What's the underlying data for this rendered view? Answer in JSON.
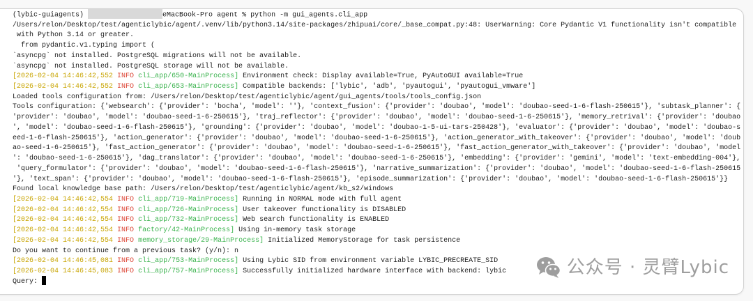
{
  "terminal": {
    "prompt": {
      "env": "(lybic-guiagents)",
      "command": "eMacBook-Pro agent % python -m gui_agents.cli_app"
    },
    "lines": [
      {
        "text": "/Users/relon/Desktop/test/agenticlybic/agent/.venv/lib/python3.14/site-packages/zhipuai/core/_base_compat.py:48: UserWarning: Core Pydantic V1 functionality isn't compatible"
      },
      {
        "text": " with Python 3.14 or greater."
      },
      {
        "text": "  from pydantic.v1.typing import ("
      },
      {
        "text": "`asyncpg` not installed. PostgreSQL migrations will not be available."
      },
      {
        "text": "`asyncpg` not installed. PostgreSQL storage will not be available."
      },
      {
        "ts": "[2026-02-04 14:46:42,552",
        "level": "INFO",
        "src": "cli_app/650-MainProcess]",
        "msg": "Environment check: Display available=True, PyAutoGUI available=True"
      },
      {
        "ts": "[2026-02-04 14:46:42,552",
        "level": "INFO",
        "src": "cli_app/653-MainProcess]",
        "msg": "Compatible backends: ['lybic', 'adb', 'pyautogui', 'pyautogui_vmware']"
      },
      {
        "text": "Loaded tools configuration from: /Users/relon/Desktop/test/agenticlybic/agent/gui_agents/tools/tools_config.json"
      },
      {
        "text": "Tools configuration: {'websearch': {'provider': 'bocha', 'model': ''}, 'context_fusion': {'provider': 'doubao', 'model': 'doubao-seed-1-6-flash-250615'}, 'subtask_planner': {"
      },
      {
        "text": "'provider': 'doubao', 'model': 'doubao-seed-1-6-250615'}, 'traj_reflector': {'provider': 'doubao', 'model': 'doubao-seed-1-6-250615'}, 'memory_retrival': {'provider': 'doubao"
      },
      {
        "text": "', 'model': 'doubao-seed-1-6-flash-250615'}, 'grounding': {'provider': 'doubao', 'model': 'doubao-1-5-ui-tars-250428'}, 'evaluator': {'provider': 'doubao', 'model': 'doubao-s"
      },
      {
        "text": "eed-1-6-flash-250615'}, 'action_generator': {'provider': 'doubao', 'model': 'doubao-seed-1-6-250615'}, 'action_generator_with_takeover': {'provider': 'doubao', 'model': 'doub"
      },
      {
        "text": "ao-seed-1-6-250615'}, 'fast_action_generator': {'provider': 'doubao', 'model': 'doubao-seed-1-6-250615'}, 'fast_action_generator_with_takeover': {'provider': 'doubao', 'model"
      },
      {
        "text": "': 'doubao-seed-1-6-250615'}, 'dag_translator': {'provider': 'doubao', 'model': 'doubao-seed-1-6-250615'}, 'embedding': {'provider': 'gemini', 'model': 'text-embedding-004'},"
      },
      {
        "text": " 'query_formulator': {'provider': 'doubao', 'model': 'doubao-seed-1-6-flash-250615'}, 'narrative_summarization': {'provider': 'doubao', 'model': 'doubao-seed-1-6-flash-250615"
      },
      {
        "text": "'}, 'text_span': {'provider': 'doubao', 'model': 'doubao-seed-1-6-flash-250615'}, 'episode_summarization': {'provider': 'doubao', 'model': 'doubao-seed-1-6-flash-250615'}}"
      },
      {
        "text": "Found local knowledge base path: /Users/relon/Desktop/test/agenticlybic/agent/kb_s2/windows"
      },
      {
        "ts": "[2026-02-04 14:46:42,554",
        "level": "INFO",
        "src": "cli_app/719-MainProcess]",
        "msg": "Running in NORMAL mode with full agent"
      },
      {
        "ts": "[2026-02-04 14:46:42,554",
        "level": "INFO",
        "src": "cli_app/726-MainProcess]",
        "msg": "User takeover functionality is DISABLED"
      },
      {
        "ts": "[2026-02-04 14:46:42,554",
        "level": "INFO",
        "src": "cli_app/732-MainProcess]",
        "msg": "Web search functionality is ENABLED"
      },
      {
        "ts": "[2026-02-04 14:46:42,554",
        "level": "INFO",
        "src": "factory/42-MainProcess]",
        "msg": "Using in-memory task storage"
      },
      {
        "ts": "[2026-02-04 14:46:42,554",
        "level": "INFO",
        "src": "memory_storage/29-MainProcess]",
        "msg": "Initialized MemoryStorage for task persistence"
      },
      {
        "text": "Do you want to continue from a previous task? (y/n): n"
      },
      {
        "ts": "[2026-02-04 14:46:45,081",
        "level": "INFO",
        "src": "cli_app/753-MainProcess]",
        "msg": "Using Lybic SID from environment variable LYBIC_PRECREATE_SID"
      },
      {
        "ts": "[2026-02-04 14:46:45,083",
        "level": "INFO",
        "src": "cli_app/757-MainProcess]",
        "msg": "Successfully initialized hardware interface with backend: lybic"
      }
    ],
    "query": {
      "label": "Query:"
    }
  },
  "watermark": {
    "icon": "wechat-icon",
    "text": "公众号 · 灵臂Lybic"
  },
  "colors": {
    "timestamp": "#c8a400",
    "level": "#dc4535",
    "source": "#3bb34e",
    "text": "#1c1c1c",
    "redaction": "#d9d9d9",
    "watermark": "#8e8e8e"
  }
}
